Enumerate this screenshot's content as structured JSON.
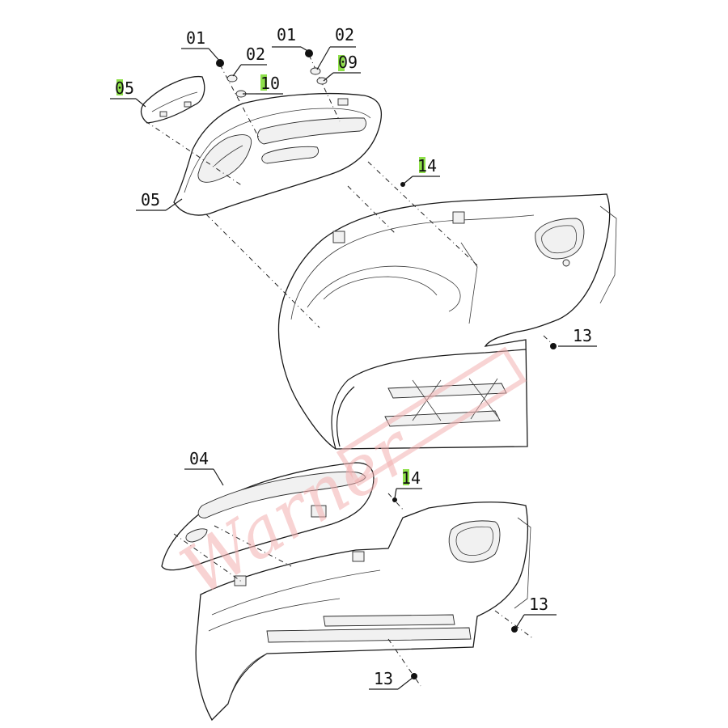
{
  "callouts": {
    "c01_top_left": "01",
    "c02_top_left": "02",
    "c01_top_right": "01",
    "c02_top_right": "02",
    "c05_cap": "05",
    "c10": "10",
    "c09": "09",
    "c14_upper": "14",
    "c05_upper": "05",
    "c13_upper": "13",
    "c04_lower": "04",
    "c14_lower": "14",
    "c13_lower_right": "13",
    "c13_lower_bottom": "13"
  },
  "watermark": "Warner"
}
